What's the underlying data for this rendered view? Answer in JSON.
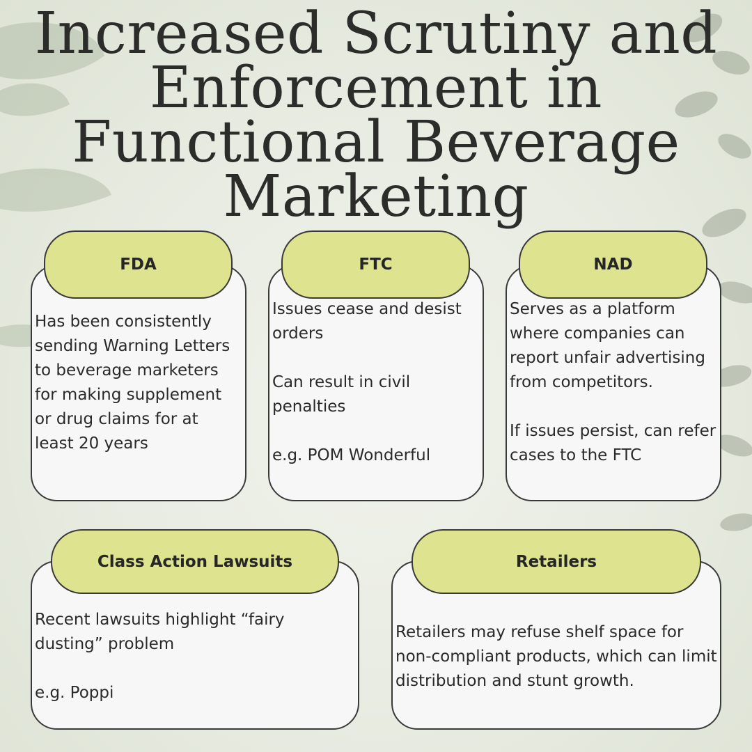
{
  "title": "Increased Scrutiny and Enforcement in Functional Beverage Marketing",
  "cards": [
    {
      "heading": "FDA",
      "text": "Has been consistently sending Warning Letters to beverage marketers for making supplement or drug claims for at least 20 years"
    },
    {
      "heading": "FTC",
      "text": "Issues cease and desist orders\n\nCan result in civil penalties\n\ne.g. POM Wonderful"
    },
    {
      "heading": "NAD",
      "text": "Serves as a platform where companies can report unfair advertising from competitors.\n\nIf issues persist, can refer cases to the FTC"
    },
    {
      "heading": "Class Action Lawsuits",
      "text": "Recent lawsuits highlight “fairy dusting” problem\n\ne.g. Poppi"
    },
    {
      "heading": "Retailers",
      "text": "Retailers may refuse shelf space for non-compliant products, which can limit distribution and stunt growth."
    }
  ],
  "colors": {
    "pill": "#dde38f",
    "card": "#f7f7f7",
    "border": "#3a3a3a",
    "text": "#262626"
  },
  "icons": [
    "leaf-decoration"
  ]
}
